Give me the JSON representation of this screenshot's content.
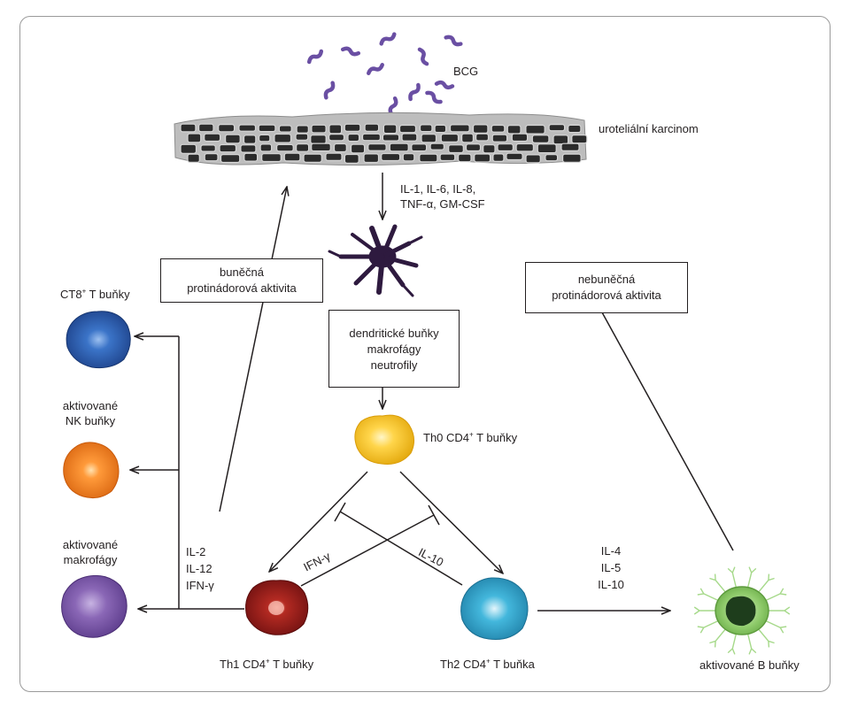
{
  "bcg_label": "BCG",
  "tumor_label": "uroteliální karcinom",
  "cytokines_top": [
    "IL-1, IL-6, IL-8,",
    "TNF-α, GM-CSF"
  ],
  "apc_box": [
    "dendritické buňky",
    "makrofágy",
    "neutrofily"
  ],
  "cellular_box": [
    "buněčná",
    "protinádorová aktivita"
  ],
  "noncellular_box": [
    "nebuněčná",
    "protinádorová aktivita"
  ],
  "th0": {
    "prefix": "Th0 CD4",
    "sup": "+",
    "suffix": " T buňky"
  },
  "th1": {
    "prefix": "Th1 CD4",
    "sup": "+",
    "suffix": " T buňky"
  },
  "th2": {
    "prefix": "Th2 CD4",
    "sup": "+",
    "suffix": " T buňka"
  },
  "ct8": {
    "prefix": "CT8",
    "sup": "+",
    "suffix": " T buňky"
  },
  "nk_label": [
    "aktivované",
    "NK buňky"
  ],
  "macro_label": [
    "aktivované",
    "makrofágy"
  ],
  "bcell_label": "aktivované B buňky",
  "th1_cytokines": [
    "IL-2",
    "IL-12",
    "IFN-γ"
  ],
  "th2_cytokines": [
    "IL-4",
    "IL-5",
    "IL-10"
  ],
  "ifn_inhibit": "IFN-γ",
  "il10_inhibit": "IL-10",
  "colors": {
    "bcg": "#6a4fa3",
    "tumor_cell": "#2b2b2b",
    "tumor_membrane": "#b9b9b9",
    "dendritic": "#2e1a3f",
    "th0": "#f2c21b",
    "th1": "#8a1a1a",
    "th2": "#2aa3c9",
    "ct8": "#2a5caa",
    "nk": "#ec7a1d",
    "macrophage": "#7b58a6",
    "bcell": "#7cbf5a"
  }
}
